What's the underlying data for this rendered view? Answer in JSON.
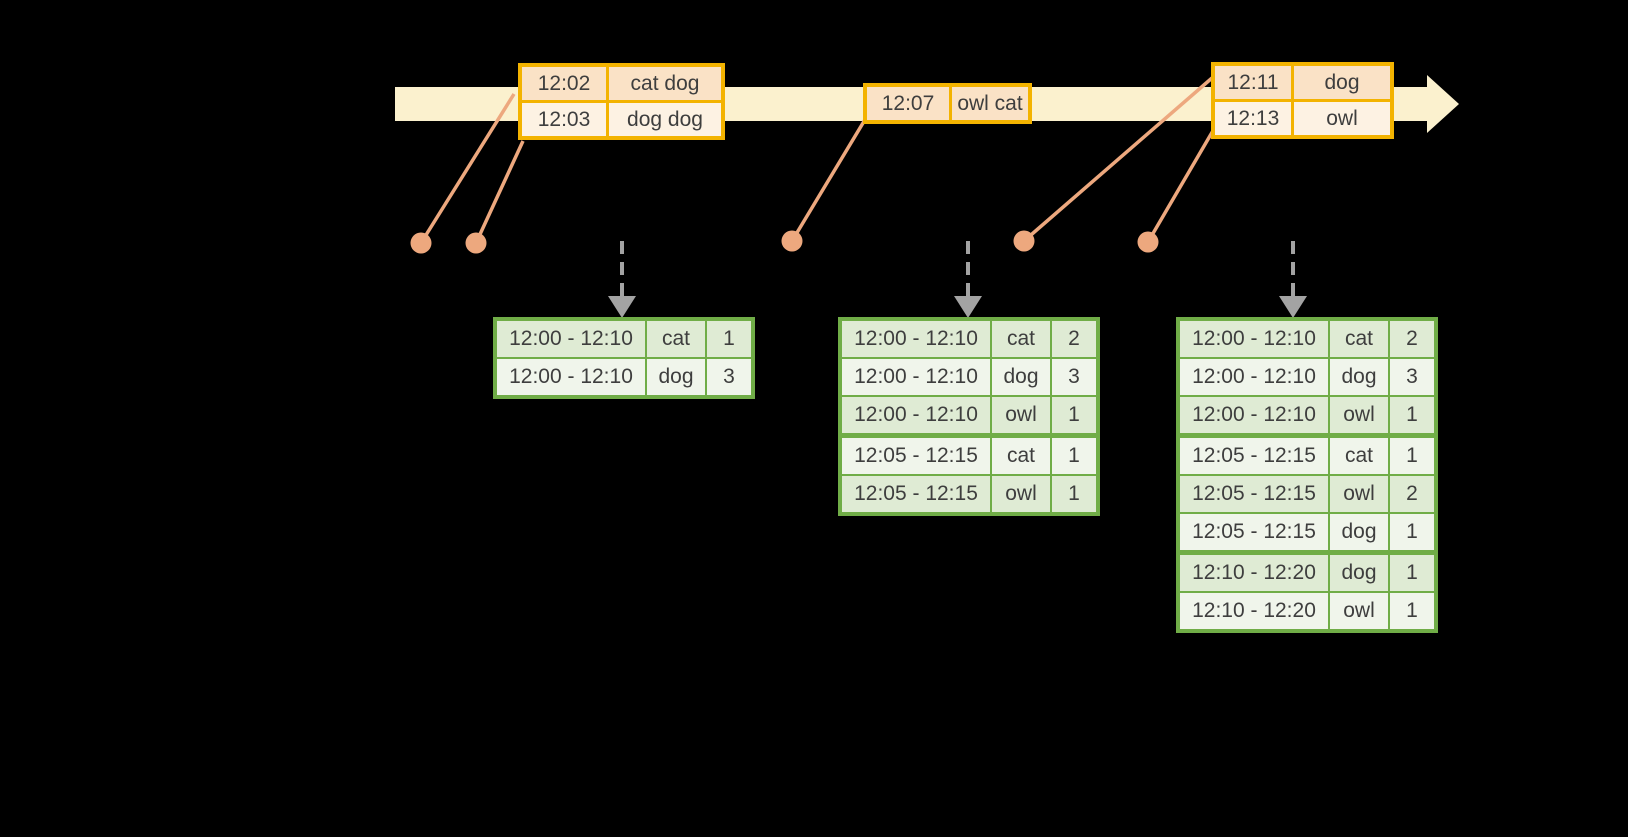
{
  "colors": {
    "background": "#000000",
    "timeline-fill": "#fbf1ce",
    "event-border": "#f3b300",
    "event-row-a": "#fae2c6",
    "event-row-b": "#fdf2e3",
    "connector": "#eda87e",
    "trigger-arrow": "#a3a3a3",
    "result-border": "#70ad47",
    "result-row-a": "#dfebd4",
    "result-row-b": "#f0f5eb",
    "text": "#3e3e3e"
  },
  "event_tables": [
    {
      "rows": [
        {
          "time": "12:02",
          "words": "cat dog"
        },
        {
          "time": "12:03",
          "words": "dog dog"
        }
      ]
    },
    {
      "rows": [
        {
          "time": "12:07",
          "words": "owl cat"
        }
      ]
    },
    {
      "rows": [
        {
          "time": "12:11",
          "words": "dog"
        },
        {
          "time": "12:13",
          "words": "owl"
        }
      ]
    }
  ],
  "result_tables": [
    {
      "rows": [
        {
          "window": "12:00 - 12:10",
          "word": "cat",
          "count": "1"
        },
        {
          "window": "12:00 - 12:10",
          "word": "dog",
          "count": "3"
        }
      ]
    },
    {
      "rows": [
        {
          "window": "12:00 - 12:10",
          "word": "cat",
          "count": "2"
        },
        {
          "window": "12:00 - 12:10",
          "word": "dog",
          "count": "3"
        },
        {
          "window": "12:00 - 12:10",
          "word": "owl",
          "count": "1"
        },
        {
          "window": "12:05 - 12:15",
          "word": "cat",
          "count": "1"
        },
        {
          "window": "12:05 - 12:15",
          "word": "owl",
          "count": "1"
        }
      ]
    },
    {
      "rows": [
        {
          "window": "12:00 - 12:10",
          "word": "cat",
          "count": "2"
        },
        {
          "window": "12:00 - 12:10",
          "word": "dog",
          "count": "3"
        },
        {
          "window": "12:00 - 12:10",
          "word": "owl",
          "count": "1"
        },
        {
          "window": "12:05 - 12:15",
          "word": "cat",
          "count": "1"
        },
        {
          "window": "12:05 - 12:15",
          "word": "owl",
          "count": "2"
        },
        {
          "window": "12:05 - 12:15",
          "word": "dog",
          "count": "1"
        },
        {
          "window": "12:10 - 12:20",
          "word": "dog",
          "count": "1"
        },
        {
          "window": "12:10 - 12:20",
          "word": "owl",
          "count": "1"
        }
      ]
    }
  ]
}
